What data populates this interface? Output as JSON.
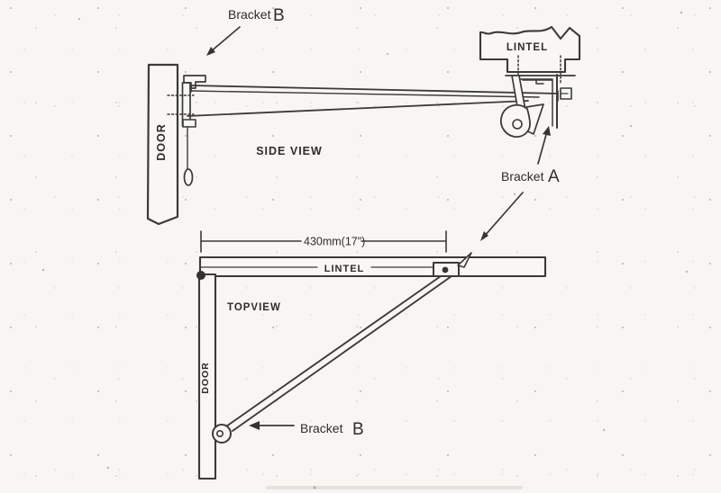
{
  "colors": {
    "ink": "#3b3a38",
    "paper": "#f7f6f2"
  },
  "side_view": {
    "title": "SIDE VIEW",
    "door_label": "DOOR",
    "lintel_label": "LINTEL",
    "bracket_b": {
      "word": "Bracket",
      "letter": "B"
    },
    "bracket_a": {
      "word": "Bracket",
      "letter": "A"
    }
  },
  "top_view": {
    "title": "TOPVIEW",
    "door_label": "DOOR",
    "lintel_label": "LINTEL",
    "dimension_label": "430mm(17\")",
    "bracket_b": {
      "word": "Bracket",
      "letter": "B"
    }
  }
}
